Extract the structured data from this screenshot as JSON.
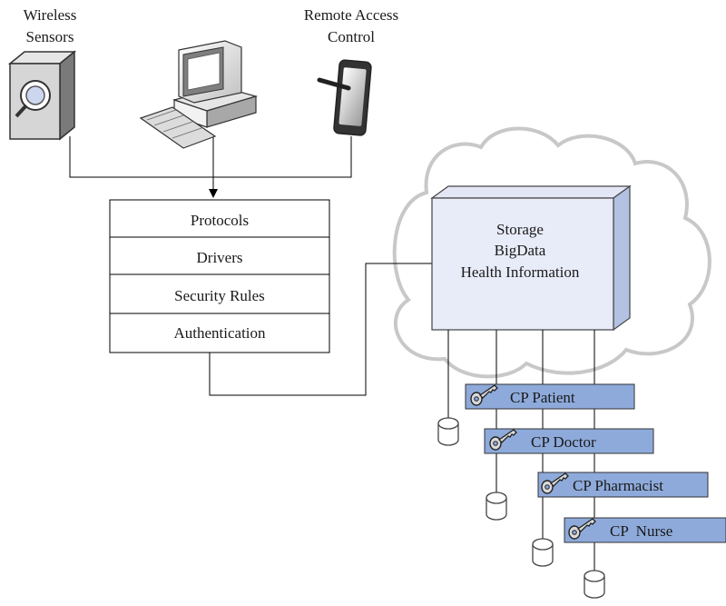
{
  "devices": {
    "sensors_label": [
      "Wireless",
      "Sensors"
    ],
    "remote_label": [
      "Remote Access",
      "Control"
    ]
  },
  "stack": {
    "layers": [
      "Protocols",
      "Drivers",
      "Security Rules",
      "Authentication"
    ]
  },
  "storage": {
    "lines": [
      "Storage",
      "BigData",
      "Health Information"
    ]
  },
  "roles": [
    "CP Patient",
    "CP Doctor",
    "CP Pharmacist",
    "CP  Nurse"
  ],
  "colors": {
    "storage_fill": "#e8ebf8",
    "storage_side": "#b3c1e2",
    "role_fill": "#8eaadb",
    "cloud_stroke": "#c8c8c8"
  }
}
